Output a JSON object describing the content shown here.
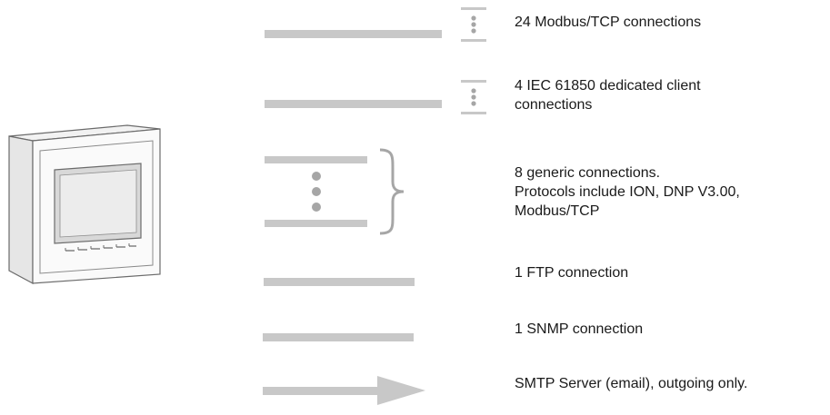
{
  "colors": {
    "bar": "#c8c8c8",
    "bracket": "#a6a6a6",
    "dots": "#a6a6a6",
    "text": "#1a1a1a"
  },
  "device": {
    "icon": "power-meter-icon"
  },
  "connections": [
    {
      "label": "24 Modbus/TCP connections",
      "kind": "stacked"
    },
    {
      "label": "4 IEC 61850 dedicated client\nconnections",
      "kind": "stacked"
    },
    {
      "label": "8 generic connections.\nProtocols include ION, DNP V3.00,\nModbus/TCP",
      "kind": "bracketed"
    },
    {
      "label": "1 FTP connection",
      "kind": "single"
    },
    {
      "label": "1 SNMP connection",
      "kind": "single"
    },
    {
      "label": "SMTP Server (email), outgoing only.",
      "kind": "outgoing"
    }
  ]
}
